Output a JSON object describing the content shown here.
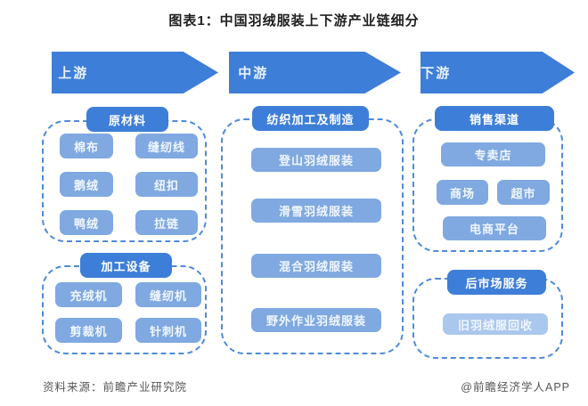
{
  "title": "图表1：中国羽绒服装上下游产业链细分",
  "colors": {
    "primary_blue": "#3d7ed8",
    "item_blue": "#7fa9e0",
    "item_light_blue": "#aac7ed",
    "dashed_border": "#4f8ad9",
    "title_text": "#1f1f1f",
    "footer_text": "#555555"
  },
  "columns": [
    {
      "arrow": "上游",
      "groups": [
        {
          "header": "原材料",
          "items": [
            "棉布",
            "缝纫线",
            "鹅绒",
            "纽扣",
            "鸭绒",
            "拉链"
          ]
        },
        {
          "header": "加工设备",
          "items": [
            "充绒机",
            "缝纫机",
            "剪裁机",
            "针刺机"
          ]
        }
      ]
    },
    {
      "arrow": "中游",
      "groups": [
        {
          "header": "纺织加工及制造",
          "items": [
            "登山羽绒服装",
            "滑雪羽绒服装",
            "混合羽绒服装",
            "野外作业羽绒服装"
          ]
        }
      ]
    },
    {
      "arrow": "下游",
      "groups": [
        {
          "header": "销售渠道",
          "items": [
            "专卖店",
            "商场",
            "超市",
            "电商平台"
          ]
        },
        {
          "header": "后市场服务",
          "items": [
            "旧羽绒服回收"
          ]
        }
      ]
    }
  ],
  "footer": {
    "source": "资料来源：前瞻产业研究院",
    "watermark": "@前瞻经济学人APP"
  }
}
